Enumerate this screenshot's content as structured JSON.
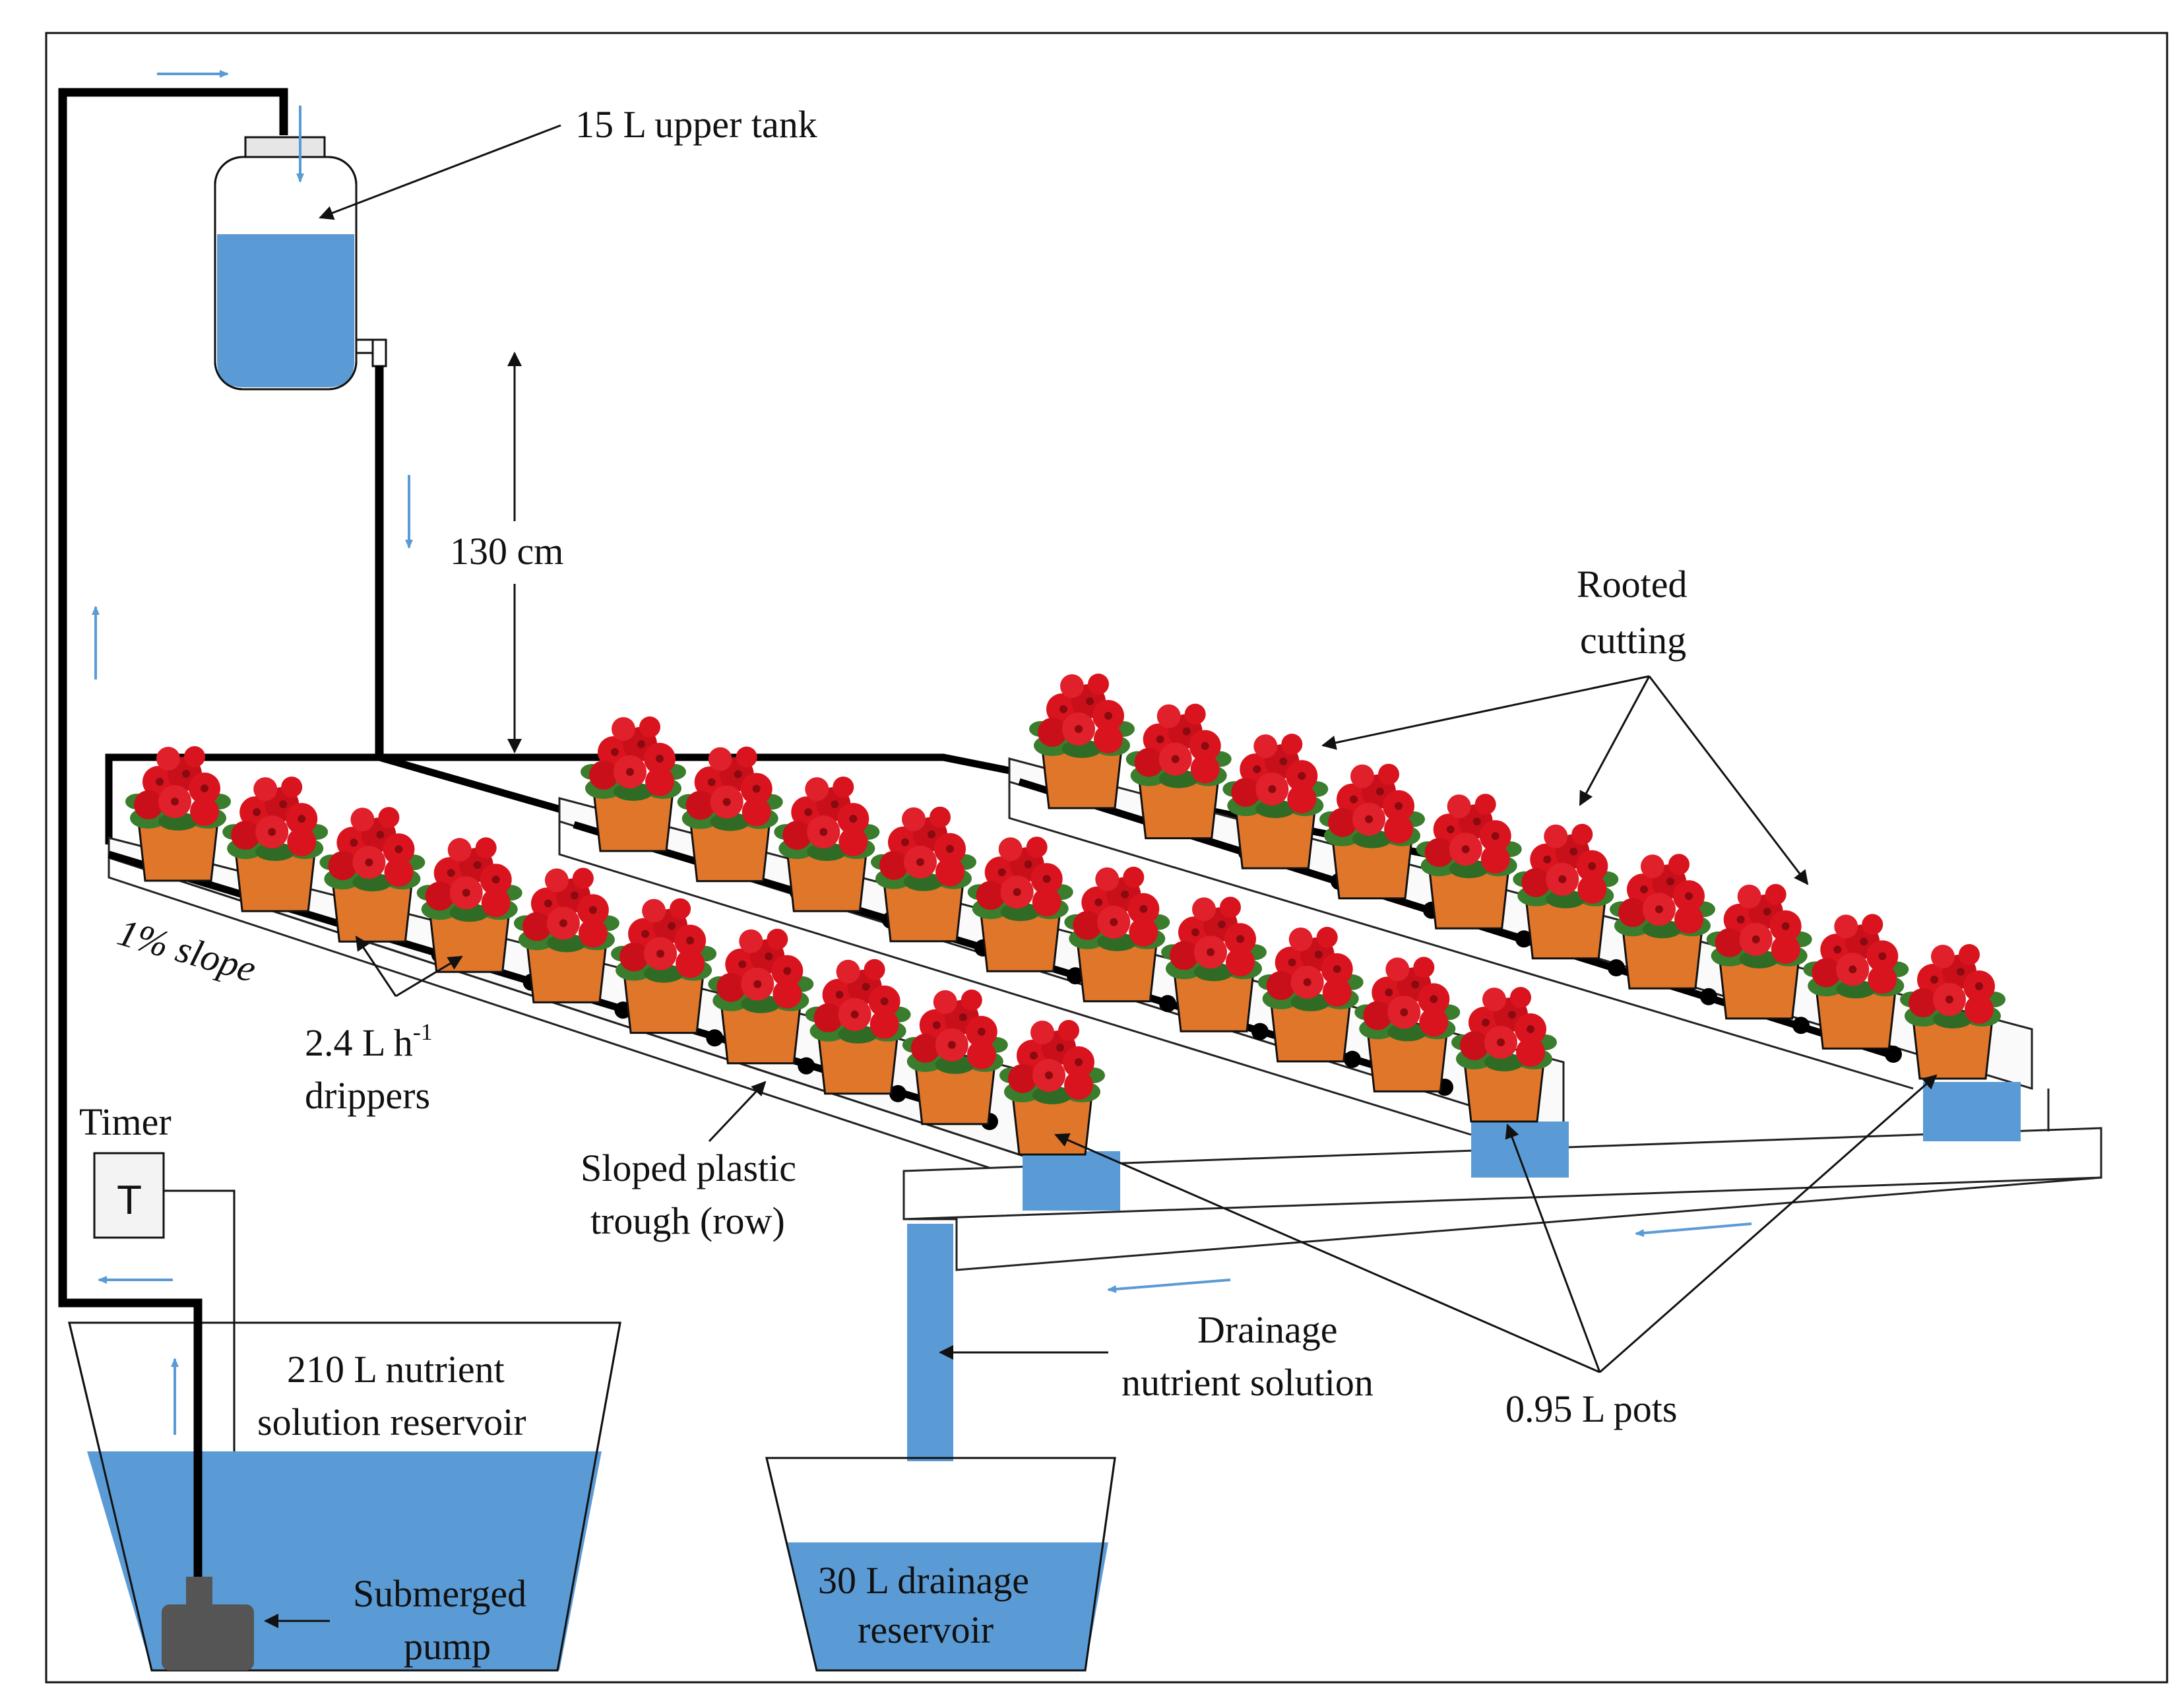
{
  "labels": {
    "upper_tank": "15 L upper tank",
    "height": "130 cm",
    "rooted_line1": "Rooted",
    "rooted_line2": "cutting",
    "slope": "1% slope",
    "drippers_line1": "2.4 L h",
    "drippers_sup": "-1",
    "drippers_line2": "drippers",
    "timer": "Timer",
    "timer_box": "T",
    "trough_line1": "Sloped plastic",
    "trough_line2": "trough (row)",
    "drainage_line1": "Drainage",
    "drainage_line2": "nutrient solution",
    "pots": "0.95 L pots",
    "reservoir_line1": "210 L nutrient",
    "reservoir_line2": "solution reservoir",
    "pump_line1": "Submerged",
    "pump_line2": "pump",
    "drain_res_line1": "30 L drainage",
    "drain_res_line2": "reservoir"
  },
  "colors": {
    "water": "#5b9bd5",
    "pipe": "#000000",
    "pot": "#e0762a",
    "flower": "#d9141f",
    "leaf": "#3a7d2c",
    "pump": "#555555",
    "arrow_flow": "#5b9bd5"
  }
}
